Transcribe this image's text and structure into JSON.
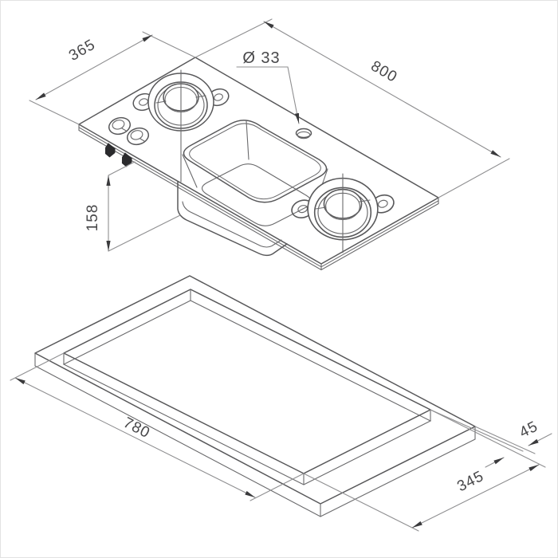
{
  "drawing": {
    "labels": {
      "hob_width": "365",
      "hob_length": "800",
      "tap_hole_diameter": "Ø 33",
      "sink_depth": "158",
      "cutout_length": "780",
      "cutout_width": "345",
      "cutout_edge_distance": "45"
    }
  }
}
